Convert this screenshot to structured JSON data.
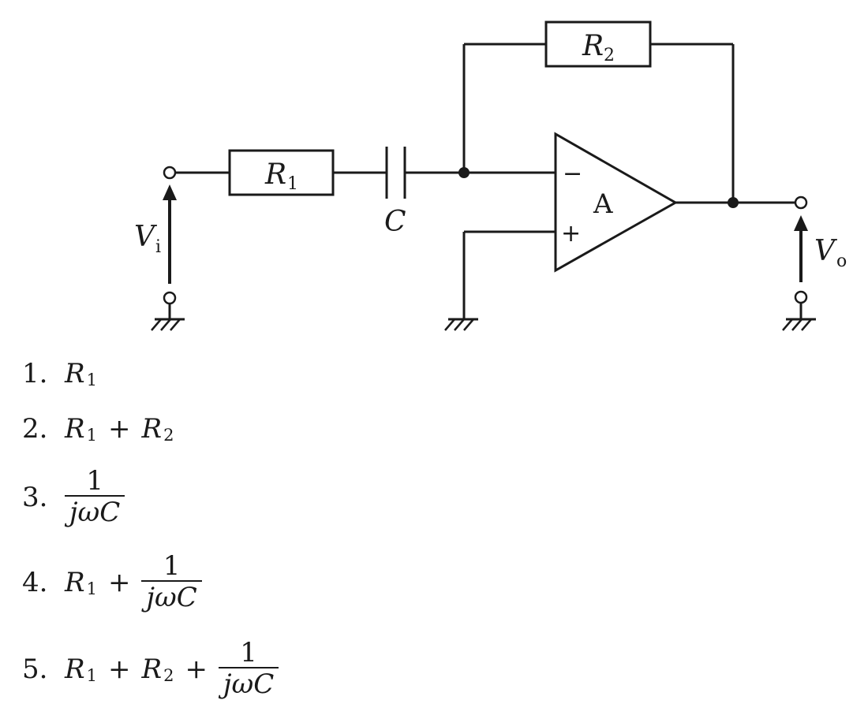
{
  "circuit": {
    "r1_symbol": "R",
    "r1_sub": "1",
    "r2_symbol": "R",
    "r2_sub": "2",
    "c_symbol": "C",
    "amp_label": "A",
    "minus_sign": "−",
    "plus_sign": "+",
    "vi_symbol": "V",
    "vi_sub": "i",
    "vo_symbol": "V",
    "vo_sub": "o"
  },
  "options": [
    {
      "number": "1.",
      "r1": "R",
      "r1_sub": "1"
    },
    {
      "number": "2.",
      "r1": "R",
      "r1_sub": "1",
      "op1": "+",
      "r2": "R",
      "r2_sub": "2"
    },
    {
      "number": "3.",
      "numerator": "1",
      "denominator": "jωC"
    },
    {
      "number": "4.",
      "r1": "R",
      "r1_sub": "1",
      "op1": "+",
      "numerator": "1",
      "denominator": "jωC"
    },
    {
      "number": "5.",
      "r1": "R",
      "r1_sub": "1",
      "op1": "+",
      "r2": "R",
      "r2_sub": "2",
      "op2": "+",
      "numerator": "1",
      "denominator": "jωC"
    }
  ]
}
